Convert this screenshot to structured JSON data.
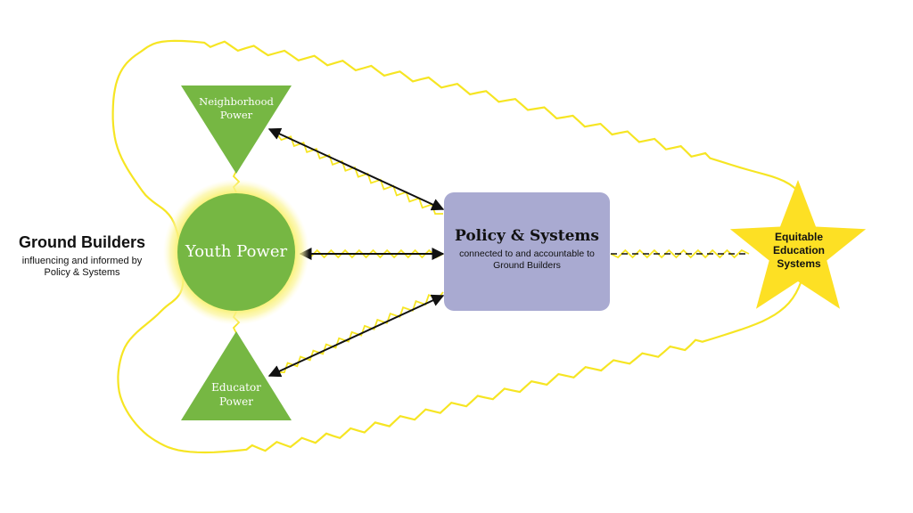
{
  "ground_builders": {
    "title": "Ground Builders",
    "subtitle_line1": "influencing and informed by",
    "subtitle_line2": "Policy & Systems"
  },
  "neighborhood": {
    "line1": "Neighborhood",
    "line2": "Power"
  },
  "youth": {
    "label": "Youth Power"
  },
  "educator": {
    "line1": "Educator",
    "line2": "Power"
  },
  "policy": {
    "title": "Policy & Systems",
    "sub_line1": "connected to and accountable to",
    "sub_line2": "Ground Builders"
  },
  "equitable": {
    "line1": "Equitable",
    "line2": "Education",
    "line3": "Systems"
  },
  "colors": {
    "green": "#76b743",
    "yellow": "#f6e523",
    "star": "#fde024",
    "policy_box": "#a9aad1",
    "text_dark": "#111111",
    "text_light": "#ffffff"
  }
}
